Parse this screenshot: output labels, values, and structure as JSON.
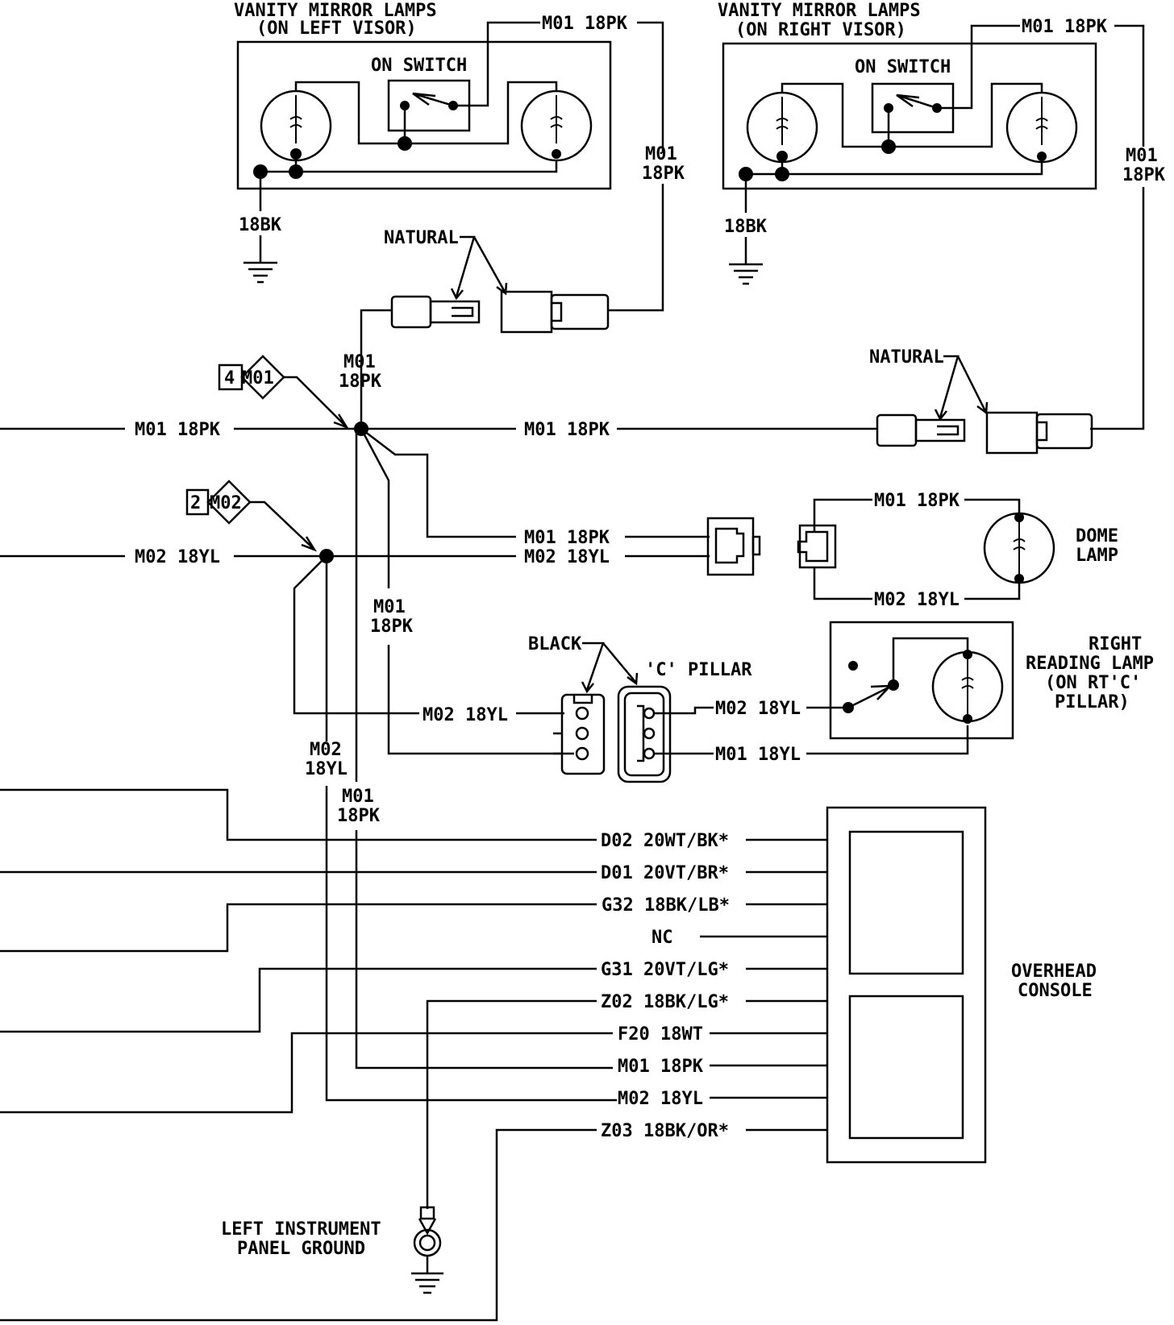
{
  "left_visor": {
    "title": "VANITY MIRROR LAMPS",
    "subtitle": "(ON LEFT VISOR)",
    "switch_label": "ON SWITCH",
    "wire_top": "M01 18PK",
    "wire_side_1": "M01",
    "wire_side_2": "18PK",
    "ground": "18BK"
  },
  "right_visor": {
    "title": "VANITY MIRROR LAMPS",
    "subtitle": "(ON RIGHT VISOR)",
    "switch_label": "ON SWITCH",
    "wire_top": "M01 18PK",
    "wire_side_1": "M01",
    "wire_side_2": "18PK",
    "ground": "18BK"
  },
  "connectors": {
    "natural_1": "NATURAL",
    "natural_2": "NATURAL",
    "black": "BLACK",
    "c_pillar": "'C' PILLAR"
  },
  "splices": {
    "m01_ref_num": "4",
    "m01_ref_id": "M01",
    "m02_ref_num": "2",
    "m02_ref_id": "M02"
  },
  "wires": {
    "vert_m01_a_1": "M01",
    "vert_m01_a_2": "18PK",
    "main_m01_left": "M01 18PK",
    "main_m01_right": "M01 18PK",
    "main_m02_left": "M02 18YL",
    "dome_in_m01": "M01 18PK",
    "dome_in_m02": "M02 18YL",
    "dome_out_m01": "M01 18PK",
    "dome_out_m02": "M02 18YL",
    "vert_m01_b_1": "M01",
    "vert_m01_b_2": "18PK",
    "pillar_in_m02": "M02 18YL",
    "pillar_out_m02": "M02 18YL",
    "pillar_out_m01": "M01 18YL",
    "vert_m02_1": "M02",
    "vert_m02_2": "18YL",
    "vert_m01_c_1": "M01",
    "vert_m01_c_2": "18PK"
  },
  "dome_lamp": {
    "label_1": "DOME",
    "label_2": "LAMP"
  },
  "reading_lamp": {
    "label_1": "RIGHT",
    "label_2": "READING LAMP",
    "label_3": "(ON RT'C'",
    "label_4": "PILLAR)"
  },
  "overhead_console": {
    "label_1": "OVERHEAD",
    "label_2": "CONSOLE",
    "pins": [
      "D02 20WT/BK*",
      "D01 20VT/BR*",
      "G32 18BK/LB*",
      "NC",
      "G31 20VT/LG*",
      "Z02 18BK/LG*",
      "F20 18WT",
      "M01 18PK",
      "M02 18YL",
      "Z03 18BK/OR*"
    ]
  },
  "ground_point": {
    "label_1": "LEFT INSTRUMENT",
    "label_2": "PANEL GROUND"
  }
}
